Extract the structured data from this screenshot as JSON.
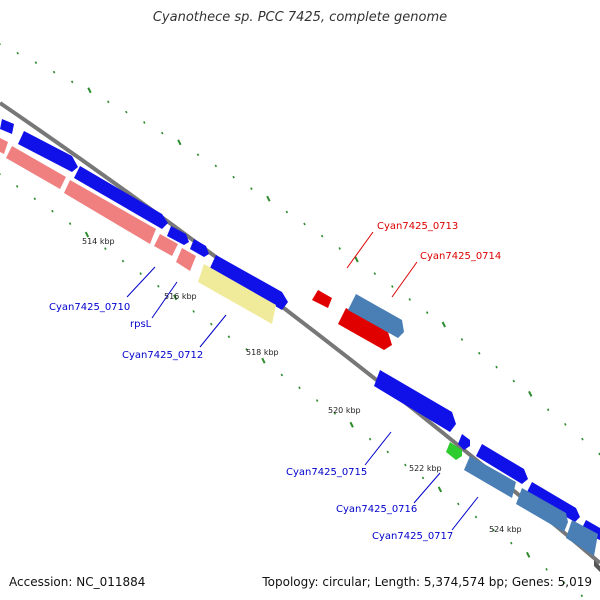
{
  "map": {
    "title": "Cyanothece sp. PCC 7425, complete genome",
    "accession": "Accession: NC_011884",
    "summary": "Topology: circular; Length: 5,374,574 bp; Genes: 5,019"
  },
  "colors": {
    "background": "#ffffff",
    "backbone": "#777777",
    "tick": "#2e8b2e",
    "gene_blue": "#1010e8",
    "gene_steel": "#4a7fb5",
    "gene_red": "#e00000",
    "gene_pink": "#f08080",
    "gene_yellow": "#f0eb9a",
    "gene_green": "#2ecc2e",
    "label_blue": "#0000cc",
    "label_red": "#dd0000"
  },
  "scale_labels": [
    "514 kbp",
    "516 kbp",
    "518 kbp",
    "520 kbp",
    "522 kbp",
    "524 kbp"
  ],
  "gene_labels": [
    {
      "text": "Cyan7425_0710",
      "color": "blue"
    },
    {
      "text": "rpsL",
      "color": "blue"
    },
    {
      "text": "Cyan7425_0712",
      "color": "blue"
    },
    {
      "text": "Cyan7425_0713",
      "color": "red"
    },
    {
      "text": "Cyan7425_0714",
      "color": "red"
    },
    {
      "text": "Cyan7425_0715",
      "color": "blue"
    },
    {
      "text": "Cyan7425_0716",
      "color": "blue"
    },
    {
      "text": "Cyan7425_0717",
      "color": "blue"
    }
  ]
}
